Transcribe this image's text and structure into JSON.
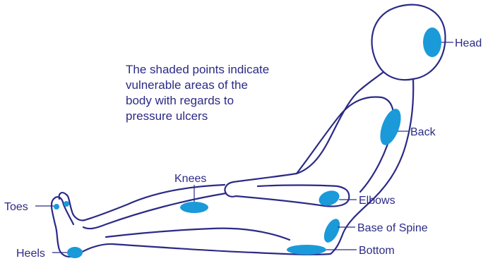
{
  "caption": {
    "lines": [
      "The shaded points indicate",
      "vulnerable areas of the",
      "body with regards to",
      "pressure ulcers"
    ]
  },
  "labels": {
    "head": "Head",
    "back": "Back",
    "knees": "Knees",
    "elbows": "Elbows",
    "toes": "Toes",
    "base_of_spine": "Base of Spine",
    "heels": "Heels",
    "bottom": "Bottom"
  },
  "colors": {
    "outline": "#2b2a86",
    "pressure_point": "#1a9ad9",
    "text": "#2b2a86"
  }
}
